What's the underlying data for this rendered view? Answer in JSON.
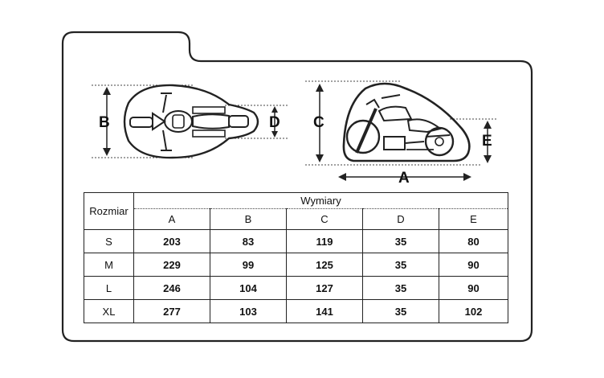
{
  "diagrams": {
    "top_view": {
      "labels": {
        "b": "B",
        "d": "D"
      }
    },
    "side_view": {
      "labels": {
        "c": "C",
        "e": "E",
        "a": "A"
      }
    }
  },
  "table": {
    "size_header": "Rozmiar",
    "dims_header": "Wymiary",
    "columns": [
      "A",
      "B",
      "C",
      "D",
      "E"
    ],
    "rows": [
      {
        "size": "S",
        "values": [
          "203",
          "83",
          "119",
          "35",
          "80"
        ]
      },
      {
        "size": "M",
        "values": [
          "229",
          "99",
          "125",
          "35",
          "90"
        ]
      },
      {
        "size": "L",
        "values": [
          "246",
          "104",
          "127",
          "35",
          "90"
        ]
      },
      {
        "size": "XL",
        "values": [
          "277",
          "103",
          "141",
          "35",
          "102"
        ]
      }
    ]
  },
  "colors": {
    "line": "#222222",
    "background": "#ffffff"
  }
}
